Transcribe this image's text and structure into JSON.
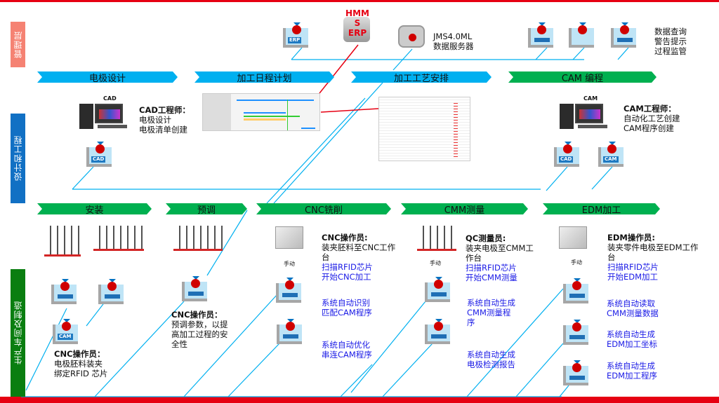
{
  "layers": {
    "management": "管理层",
    "design": "设计和工程",
    "production": "生产车间及制造"
  },
  "management": {
    "hmms_erp": [
      "HMM",
      "S",
      "ERP"
    ],
    "erp_tag": "ERP",
    "server": {
      "line1": "JMS4.0ML",
      "line2": "数据服务器"
    },
    "monitor_text": [
      "数据查询",
      "警告提示",
      "过程监管"
    ]
  },
  "design_stages": [
    {
      "label": "电极设计"
    },
    {
      "label": "加工日程计划"
    },
    {
      "label": "加工工艺安排"
    },
    {
      "label": "CAM 编程"
    }
  ],
  "design": {
    "cad_pc_label": "CAD",
    "cad_role": "CAD工程师：",
    "cad_tasks": [
      "电极设计",
      "电极清单创建"
    ],
    "cad_tag": "CAD",
    "cam_pc_label": "CAM",
    "cam_role": "CAM工程师：",
    "cam_tasks": [
      "自动化工艺创建",
      "CAM程序创建"
    ],
    "cam_tags": [
      "CAD",
      "CAM"
    ]
  },
  "production_stages": [
    {
      "label": "安装"
    },
    {
      "label": "预调"
    },
    {
      "label": "CNC铣削"
    },
    {
      "label": "CMM测量"
    },
    {
      "label": "EDM加工"
    }
  ],
  "production": {
    "install": {
      "cam_tag": "CAM",
      "role": "CNC操作员：",
      "tasks": [
        "电极胚料装夹",
        "绑定RFID 芯片"
      ]
    },
    "preset": {
      "role": "CNC操作员：",
      "tasks": [
        "预调参数，以提",
        "高加工过程的安",
        "全性"
      ]
    },
    "cnc": {
      "manual": "手动",
      "role": "CNC操作员:",
      "task": "装夹胚料至CNC工作台",
      "links": [
        "扫描RFID芯片",
        "开始CNC加工"
      ],
      "auto1": [
        "系统自动识别",
        "匹配CAM程序"
      ],
      "auto2": [
        "系统自动优化",
        "串连CAM程序"
      ]
    },
    "cmm": {
      "manual": "手动",
      "role": "QC测量员:",
      "task": [
        "装夹电极至CMM工",
        "作台"
      ],
      "links": [
        "扫描RFID芯片",
        "开始CMM测量"
      ],
      "auto1": [
        "系统自动生成",
        "CMM测量程",
        "序"
      ],
      "auto2": [
        "系统自动生成",
        "电极检测报告"
      ]
    },
    "edm": {
      "manual": "手动",
      "role": "EDM操作员:",
      "task": [
        "装夹零件电极至EDM工作",
        "台"
      ],
      "links": [
        "扫描RFID芯片",
        "开始EDM加工"
      ],
      "auto1": [
        "系统自动读取",
        "CMM测量数据"
      ],
      "auto2": [
        "系统自动生成",
        "EDM加工坐标"
      ],
      "auto3": [
        "系统自动生成",
        "EDM加工程序"
      ]
    }
  },
  "colors": {
    "red": "#e60012",
    "blue": "#00b0f0",
    "green": "#00b050",
    "link": "#1a1ae6"
  }
}
